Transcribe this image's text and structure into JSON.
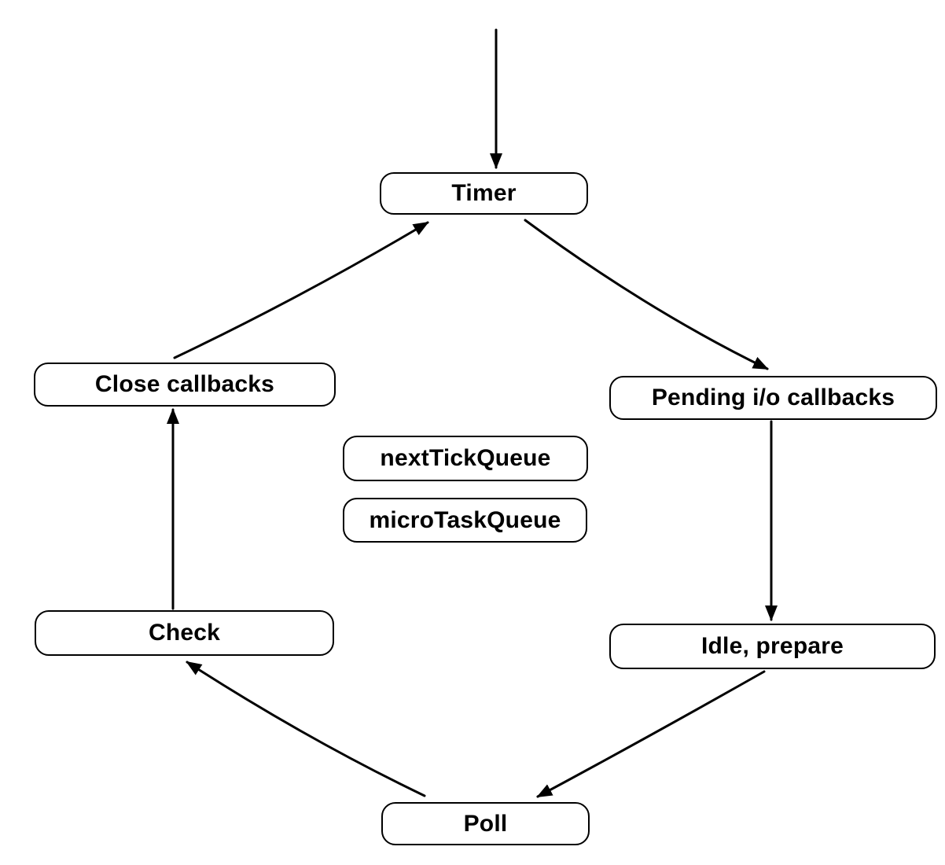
{
  "diagram": {
    "background_color": "#ffffff",
    "node_border_color": "#000000",
    "node_fill_color": "#ffffff",
    "arrow_color": "#000000",
    "nodes": [
      {
        "id": "timer",
        "label": "Timer"
      },
      {
        "id": "pending-io-callbacks",
        "label": "Pending i/o callbacks"
      },
      {
        "id": "idle-prepare",
        "label": "Idle, prepare"
      },
      {
        "id": "poll",
        "label": "Poll"
      },
      {
        "id": "check",
        "label": "Check"
      },
      {
        "id": "close-callbacks",
        "label": "Close callbacks"
      },
      {
        "id": "next-tick-queue",
        "label": "nextTickQueue"
      },
      {
        "id": "micro-task-queue",
        "label": "microTaskQueue"
      }
    ],
    "edges": [
      {
        "from": "entry",
        "to": "timer"
      },
      {
        "from": "timer",
        "to": "pending-io-callbacks"
      },
      {
        "from": "pending-io-callbacks",
        "to": "idle-prepare"
      },
      {
        "from": "idle-prepare",
        "to": "poll"
      },
      {
        "from": "poll",
        "to": "check"
      },
      {
        "from": "check",
        "to": "close-callbacks"
      },
      {
        "from": "close-callbacks",
        "to": "timer"
      }
    ]
  }
}
